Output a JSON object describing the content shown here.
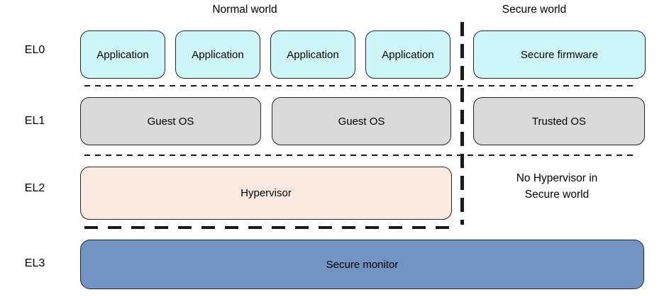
{
  "headers": {
    "normal_world": "Normal world",
    "secure_world": "Secure world"
  },
  "levels": [
    {
      "label": "EL0"
    },
    {
      "label": "EL1"
    },
    {
      "label": "EL2"
    },
    {
      "label": "EL3"
    }
  ],
  "boxes": {
    "applications": [
      "Application",
      "Application",
      "Application",
      "Application"
    ],
    "secure_firmware": "Secure firmware",
    "guest_os": [
      "Guest OS",
      "Guest OS"
    ],
    "trusted_os": "Trusted OS",
    "hypervisor": "Hypervisor",
    "secure_monitor": "Secure monitor"
  },
  "notes": {
    "no_hypervisor": [
      "No Hypervisor in",
      "Secure world"
    ]
  },
  "colors": {
    "el0_fill": "#CDF6F8",
    "el1_fill": "#D9D9D9",
    "el2_fill": "#FAEADF",
    "el3_fill": "#7194C3",
    "border": "#262626",
    "dash": "#1A1A1A"
  }
}
